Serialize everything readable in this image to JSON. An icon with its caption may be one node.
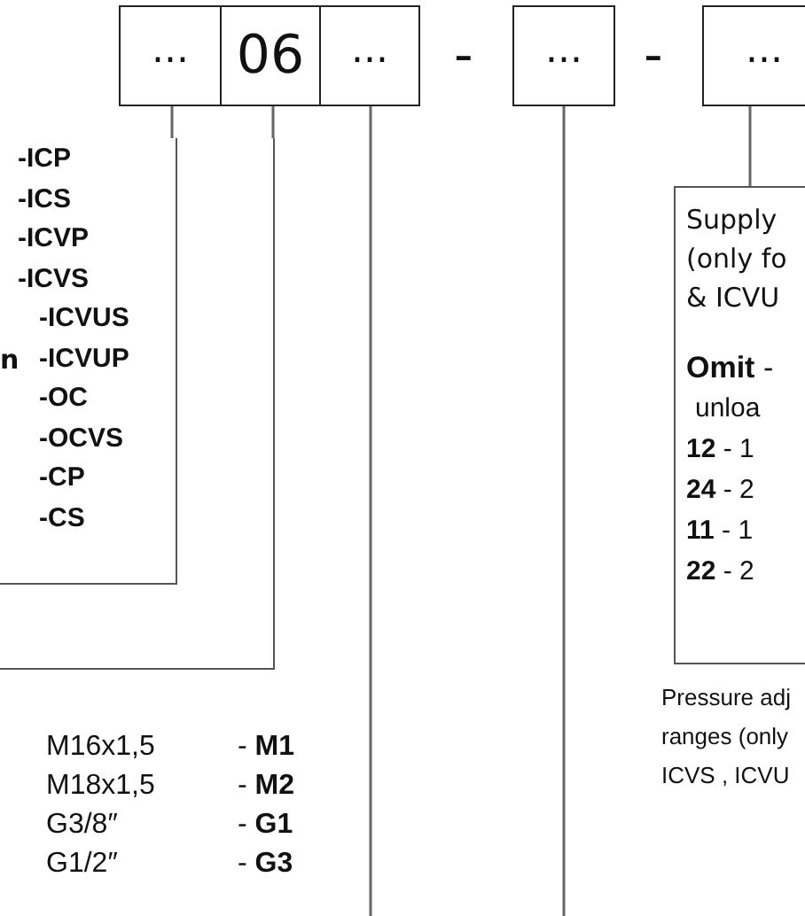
{
  "diagram": {
    "nodes": [
      {
        "text": [
          "..."
        ]
      },
      {
        "text": [
          "06"
        ]
      },
      {
        "text": [
          "..."
        ]
      },
      {
        "text": [
          "..."
        ]
      },
      {
        "text": [
          "..."
        ]
      },
      {
        "text": [],
        "shape": "box"
      },
      {
        "text": [
          "-ICP",
          "-ICS",
          "-ICVP",
          "-ICVS",
          "-ICVUS",
          "-ICVUP",
          "-OC",
          "-OCVS",
          "-CP",
          "-CS"
        ],
        "in": 5
      },
      {
        "text": [
          "Supply",
          "(only fo",
          "& ICVU",
          "**Omit** -",
          "unloa",
          "**12** - 1",
          "**24** -  2",
          "**11** -  1",
          "**22** -  2"
        ]
      }
    ],
    "edges": [
      {
        "from": 0,
        "to": 6,
        "arrow": "none"
      },
      {
        "from": 1,
        "to": 5,
        "arrow": "none"
      },
      {
        "from": 2,
        "to": null,
        "arrow": "none"
      },
      {
        "from": 3,
        "to": null,
        "arrow": "none"
      },
      {
        "from": 4,
        "to": 7,
        "arrow": "none"
      }
    ],
    "labels": [
      "-",
      "-",
      "n",
      "M16x1,5",
      "- **M1**",
      "M18x1,5",
      "- **M2**",
      "G3/8″",
      "- **G1**",
      "G1/2″",
      "- **G3**",
      "Pressure adj",
      "ranges (only",
      "ICVS , ICVU"
    ]
  }
}
